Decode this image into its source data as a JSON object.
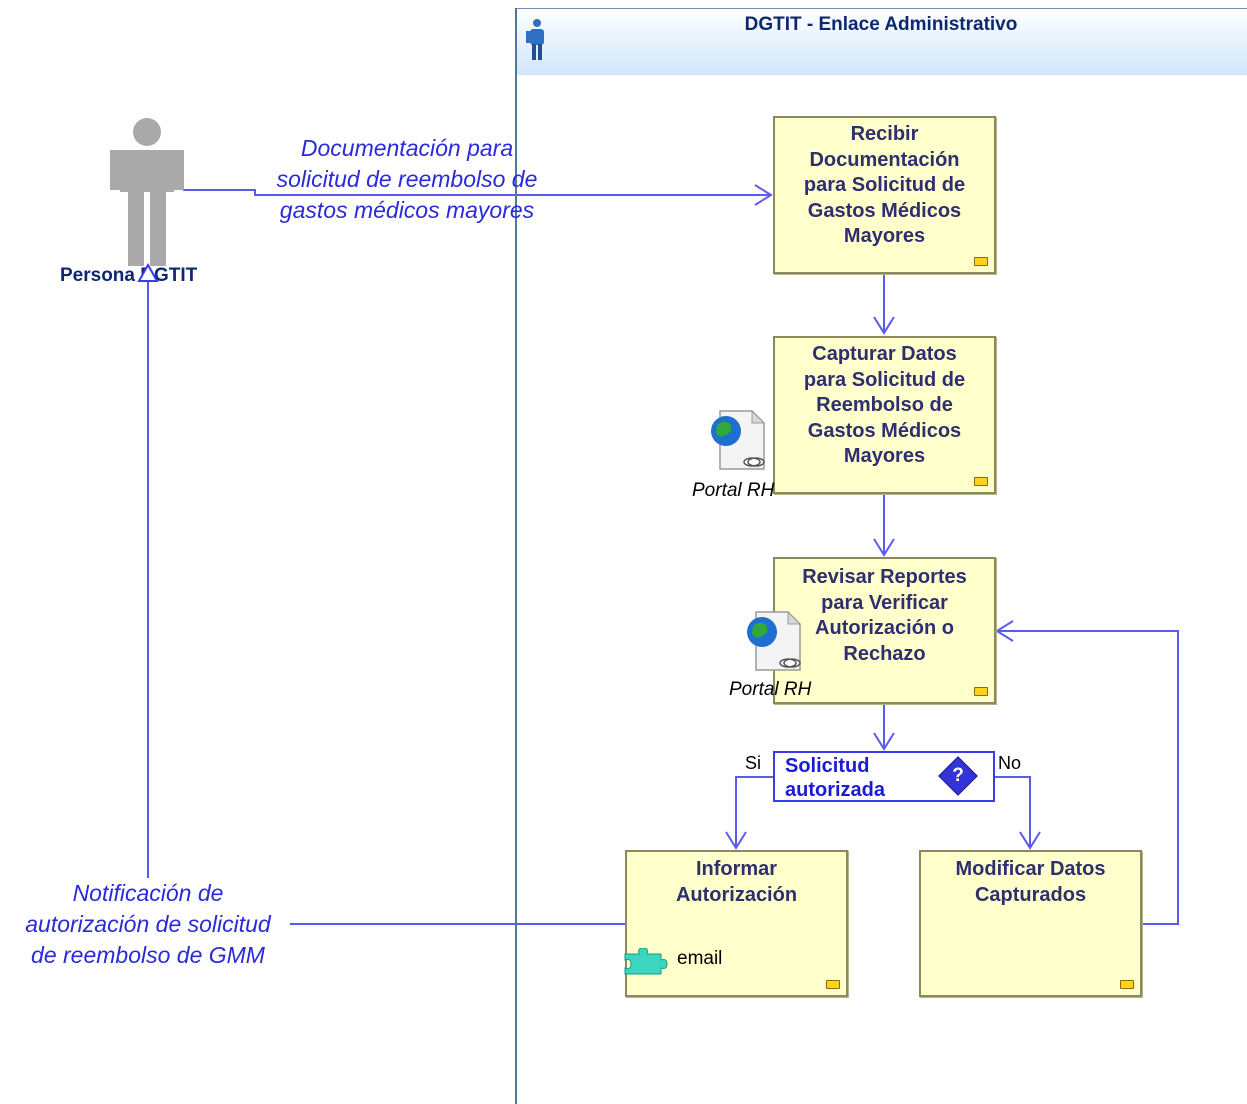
{
  "lane": {
    "title": "DGTIT - Enlace Administrativo",
    "icon": "performer-icon",
    "header_color": "#cfe6fa"
  },
  "actor": {
    "label": "Persona DGTIT",
    "icon": "person-icon",
    "color": "#a9a9a9"
  },
  "tasks": [
    {
      "id": "recibir",
      "label": "Recibir\nDocumentación\npara Solicitud de\nGastos Médicos\nMayores"
    },
    {
      "id": "capturar",
      "label": "Capturar Datos\npara Solicitud de\nReembolso de\nGastos Médicos\nMayores"
    },
    {
      "id": "revisar",
      "label": "Revisar Reportes\npara Verificar\nAutorización o\nRechazo"
    },
    {
      "id": "informar",
      "label": "Informar\nAutorización"
    },
    {
      "id": "modificar",
      "label": "Modificar Datos\nCapturados"
    }
  ],
  "gateway": {
    "label": "Solicitud\nautorizada",
    "symbol": "?",
    "yes_label": "Si",
    "no_label": "No"
  },
  "flows": {
    "input_label": "Documentación para\nsolicitud de reembolso de\ngastos médicos mayores",
    "output_label": "Notificación de\nautorización de solicitud\nde reembolso de GMM"
  },
  "tools": [
    {
      "label": "Portal RH",
      "icon": "web-document-icon"
    },
    {
      "label": "Portal RH",
      "icon": "web-document-icon"
    }
  ],
  "email": {
    "label": "email",
    "icon": "puzzle-icon"
  },
  "colors": {
    "flow_line": "#5a5aee",
    "task_fill": "#ffffcc",
    "gateway_border": "#3a3aee",
    "label_text": "#2a2ad8"
  }
}
